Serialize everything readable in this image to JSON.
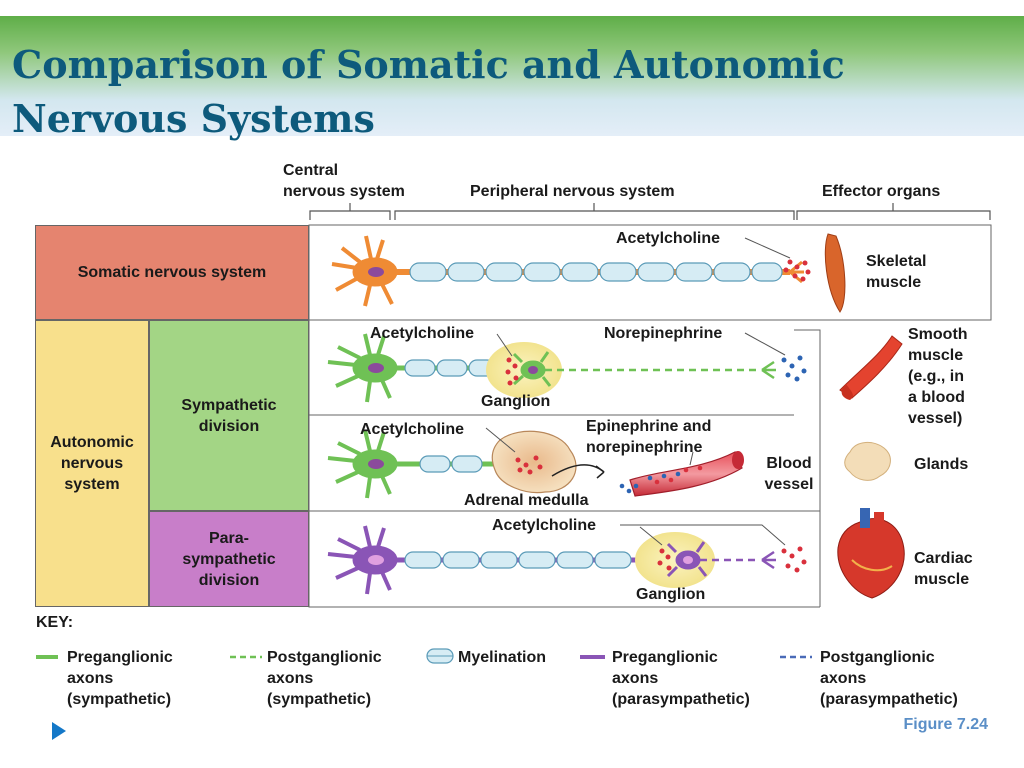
{
  "slide": {
    "title": "Comparison of Somatic and Autonomic Nervous Systems",
    "figure_caption": "Figure 7.24"
  },
  "diagram": {
    "column_headers": {
      "central": "Central\nnervous system",
      "peripheral": "Peripheral nervous system",
      "effectors": "Effector organs"
    },
    "rows": {
      "somatic": "Somatic nervous system",
      "autonomic": "Autonomic\nnervous\nsystem",
      "sympathetic": "Sympathetic\ndivision",
      "parasympathetic": "Para-\nsympathetic\ndivision"
    },
    "labels": {
      "ach_somatic": "Acetylcholine",
      "ach_symp": "Acetylcholine",
      "norepinephrine": "Norepinephrine",
      "ganglion_symp": "Ganglion",
      "ach_adrenal": "Acetylcholine",
      "epi_norepi": "Epinephrine and\nnorepinephrine",
      "blood_vessel": "Blood\nvessel",
      "adrenal_medulla": "Adrenal medulla",
      "ach_para": "Acetylcholine",
      "ganglion_para": "Ganglion"
    },
    "effectors": {
      "skeletal": "Skeletal\nmuscle",
      "smooth": "Smooth\nmuscle\n(e.g., in\na blood\nvessel)",
      "glands": "Glands",
      "cardiac": "Cardiac\nmuscle"
    },
    "key": {
      "heading": "KEY:",
      "pre_symp": "Preganglionic\naxons\n(sympathetic)",
      "post_symp": "Postganglionic\naxons\n(sympathetic)",
      "myelination": "Myelination",
      "pre_para": "Preganglionic\naxons\n(parasympathetic)",
      "post_para": "Postganglionic\naxons\n(parasympathetic)"
    },
    "colors": {
      "somatic": "#e5846f",
      "autonomic": "#f8e08c",
      "sympathetic": "#a3d585",
      "parasympathetic": "#c87ec9",
      "somatic_neuron": "#ef8b34",
      "sympathetic_neuron": "#6fc155",
      "parasympathetic_neuron": "#8a55b6",
      "myelin": "#d6ecf4",
      "ganglion": "#f7eca6",
      "title": "#0d5a7c"
    }
  }
}
